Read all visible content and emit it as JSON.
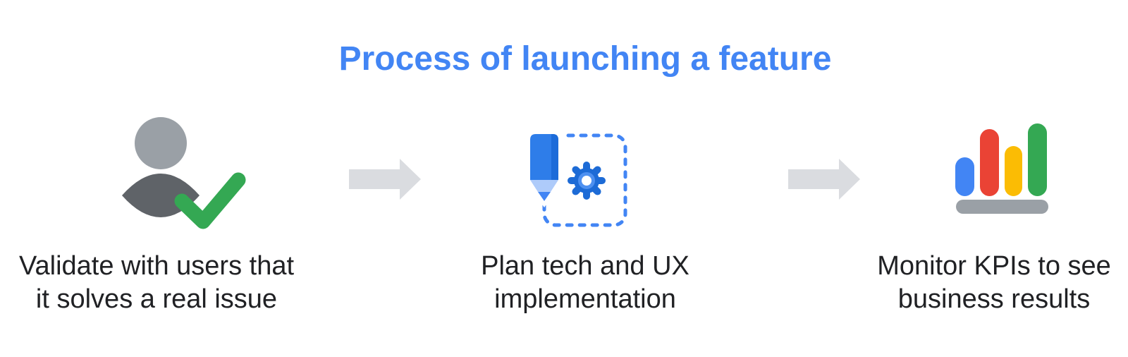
{
  "title": {
    "text": "Process of launching a feature"
  },
  "steps": [
    {
      "icon": "person-check-icon",
      "label_line1": "Validate with users that",
      "label_line2": "it solves a real issue"
    },
    {
      "icon": "pencil-gear-icon",
      "label_line1": "Plan tech and UX",
      "label_line2": "implementation"
    },
    {
      "icon": "bar-chart-icon",
      "label_line1": "Monitor KPIs to see",
      "label_line2": "business results"
    }
  ],
  "connectors": [
    {
      "icon": "arrow-right-icon"
    },
    {
      "icon": "arrow-right-icon"
    }
  ],
  "colors": {
    "background": "#FFFFFF",
    "title_blue": "#4285F4",
    "text_dark": "#202124",
    "arrow_gray": "#DADCE0",
    "person_head_gray": "#9AA0A6",
    "person_body_gray": "#5F6368",
    "check_green": "#34A853",
    "pencil_blue": "#2E7DE9",
    "pencil_blue_dark": "#1C6BD9",
    "pencil_tip_light": "#AECBFA",
    "pencil_tip_point": "#4285F4",
    "dashed_border_blue": "#4285F4",
    "gear_blue": "#1D6BD6",
    "gear_ring_blue": "#4E90F0",
    "bar_blue": "#4285F4",
    "bar_red": "#EA4335",
    "bar_yellow": "#FBBC04",
    "bar_green": "#34A853",
    "bar_base_gray": "#9AA0A6"
  }
}
